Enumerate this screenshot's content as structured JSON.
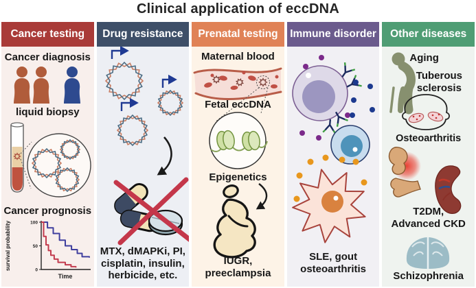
{
  "title": "Clinical application of eccDNA",
  "columns": {
    "cancer": {
      "header": "Cancer testing",
      "color": "#a93b38",
      "bg": "#f8efec",
      "diagnosis": "Cancer diagnosis",
      "biopsy": "liquid biopsy",
      "prognosis": "Cancer prognosis"
    },
    "drug": {
      "header": "Drug resistance",
      "color": "#3e4f68",
      "bg": "#edeff4",
      "drug_list": "MTX, dMAPKi, PI,\ncisplatin, insulin,\nherbicide, etc."
    },
    "prenatal": {
      "header": "Prenatal testing",
      "color": "#e08256",
      "bg": "#fdf3e7",
      "maternal": "Maternal blood",
      "fetal": "Fetal eccDNA",
      "epigenetics": "Epigenetics",
      "outcomes": "IUGR,\npreeclampsia"
    },
    "immune": {
      "header": "Immune disorder",
      "color": "#6b5b8d",
      "bg": "#f1f0f4",
      "outcomes": "SLE, gout\nosteoarthritis"
    },
    "other": {
      "header": "Other diseases",
      "color": "#4f9d74",
      "bg": "#eff3ef",
      "aging": "Aging",
      "tuberous": "Tuberous\nsclerosis",
      "osteoarthritis": "Osteoarthritis",
      "t2dm": "T2DM,\nAdvanced CKD",
      "schizophrenia": "Schizophrenia"
    }
  },
  "icons": {
    "cancer": [
      "patient-icon",
      "test-tube-icon",
      "magnifier-circle",
      "eccdna-ring-icon",
      "survival-chart"
    ],
    "drug": [
      "eccdna-ring-icon",
      "promoter-arrow-icon",
      "curved-arrow-icon",
      "capsule-icon",
      "tablet-icon",
      "red-cross-icon"
    ],
    "prenatal": [
      "blood-vessel-icon",
      "red-blood-cell-icon",
      "eccdna-particle-icon",
      "nucleosome-icon",
      "curved-arrow-icon",
      "pregnant-woman-icon"
    ],
    "immune": [
      "immune-cell-icon",
      "antibody-icon",
      "b-cell-icon",
      "dendritic-cell-icon",
      "cytokine-dot-icon"
    ],
    "other": [
      "elderly-person-icon",
      "head-outline-icon",
      "joint-icon",
      "kidney-icon",
      "brain-icon"
    ]
  },
  "chart_data": {
    "type": "line",
    "subtype": "kaplan-meier-step",
    "title": "",
    "xlabel": "Time",
    "ylabel": "survival probability",
    "yticks": [
      0,
      50,
      100
    ],
    "xlim": [
      0,
      1
    ],
    "ylim": [
      0,
      100
    ],
    "grid": false,
    "legend": "none",
    "series": [
      {
        "name": "blue (better prognosis)",
        "color": "#3f3f9e",
        "x": [
          0,
          0.13,
          0.25,
          0.38,
          0.5,
          0.63,
          0.75,
          0.85,
          1.0
        ],
        "y": [
          100,
          88,
          76,
          62,
          50,
          42,
          34,
          27,
          25
        ]
      },
      {
        "name": "red (poor prognosis)",
        "color": "#c23b4e",
        "x": [
          0,
          0.05,
          0.1,
          0.15,
          0.2,
          0.27,
          0.35,
          0.5,
          0.62,
          0.72
        ],
        "y": [
          100,
          70,
          52,
          40,
          30,
          22,
          15,
          10,
          6,
          4
        ]
      }
    ]
  }
}
